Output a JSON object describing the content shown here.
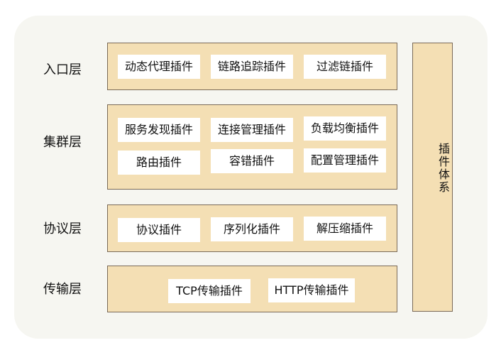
{
  "layers": {
    "entry": {
      "label": "入口层",
      "plugins": [
        "动态代理插件",
        "链路追踪插件",
        "过滤链插件"
      ]
    },
    "cluster": {
      "label": "集群层",
      "plugins_row1": [
        "服务发现插件",
        "连接管理插件",
        "负载均衡插件"
      ],
      "plugins_row2": [
        "路由插件",
        "容错插件",
        "配置管理插件"
      ]
    },
    "protocol": {
      "label": "协议层",
      "plugins": [
        "协议插件",
        "序列化插件",
        "解压缩插件"
      ]
    },
    "transport": {
      "label": "传输层",
      "plugins": [
        "TCP传输插件",
        "HTTP传输插件"
      ]
    }
  },
  "side": {
    "label": "插件体系"
  },
  "colors": {
    "panel_bg": "#f6f6f1",
    "band_fill": "#f4dfb4",
    "band_border": "#7a6a58",
    "plugin_fill": "#ffffff"
  }
}
